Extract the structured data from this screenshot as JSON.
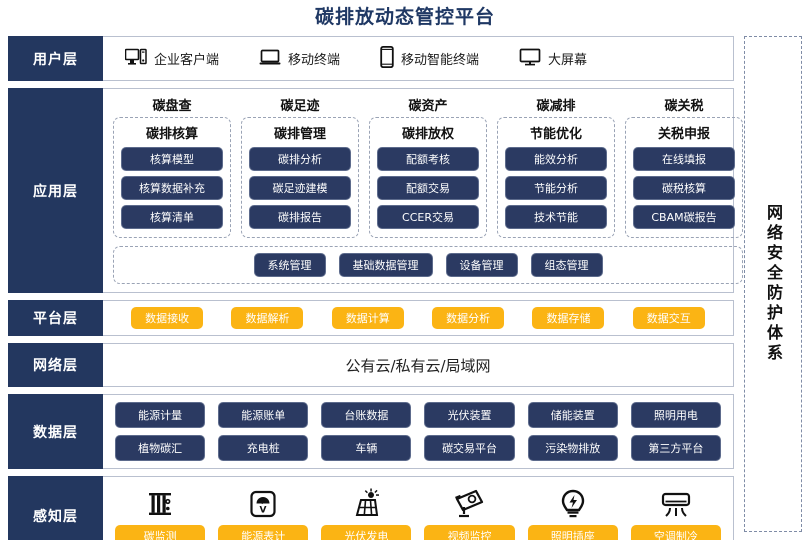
{
  "title": "碳排放动态管控平台",
  "colors": {
    "navy": "#23375F",
    "pill_blue": "#2B3A62",
    "yellow": "#FBB414",
    "title_blue": "#1F3864",
    "border": "#b9c0cf"
  },
  "security_band": {
    "label": "网络安全防护体系"
  },
  "layers": [
    {
      "key": "user",
      "label": "用户层",
      "items": [
        {
          "icon": "desktop-tower-icon",
          "label": "企业客户端"
        },
        {
          "icon": "laptop-icon",
          "label": "移动终端"
        },
        {
          "icon": "smartphone-icon",
          "label": "移动智能终端"
        },
        {
          "icon": "monitor-icon",
          "label": "大屏幕"
        }
      ]
    },
    {
      "key": "application",
      "label": "应用层",
      "groups": [
        {
          "title": "碳盘查",
          "subtitle": "碳排核算",
          "items": [
            "核算模型",
            "核算数据补充",
            "核算清单"
          ]
        },
        {
          "title": "碳足迹",
          "subtitle": "碳排管理",
          "items": [
            "碳排分析",
            "碳足迹建模",
            "碳排报告"
          ]
        },
        {
          "title": "碳资产",
          "subtitle": "碳排放权",
          "items": [
            "配额考核",
            "配额交易",
            "CCER交易"
          ]
        },
        {
          "title": "碳减排",
          "subtitle": "节能优化",
          "items": [
            "能效分析",
            "节能分析",
            "技术节能"
          ]
        },
        {
          "title": "碳关税",
          "subtitle": "关税申报",
          "items": [
            "在线填报",
            "碳税核算",
            "CBAM碳报告"
          ]
        }
      ],
      "common": [
        "系统管理",
        "基础数据管理",
        "设备管理",
        "组态管理"
      ]
    },
    {
      "key": "platform",
      "label": "平台层",
      "items": [
        "数据接收",
        "数据解析",
        "数据计算",
        "数据分析",
        "数据存储",
        "数据交互"
      ]
    },
    {
      "key": "network",
      "label": "网络层",
      "text": "公有云/私有云/局域网"
    },
    {
      "key": "data",
      "label": "数据层",
      "items": [
        "能源计量",
        "能源账单",
        "台账数据",
        "光伏装置",
        "储能装置",
        "照明用电",
        "植物碳汇",
        "充电桩",
        "车辆",
        "碳交易平台",
        "污染物排放",
        "第三方平台"
      ]
    },
    {
      "key": "sense",
      "label": "感知层",
      "items": [
        {
          "icon": "carbon-monitor-icon",
          "label": "碳监测"
        },
        {
          "icon": "energy-meter-icon",
          "label": "能源表计"
        },
        {
          "icon": "solar-panel-icon",
          "label": "光伏发电"
        },
        {
          "icon": "cctv-camera-icon",
          "label": "视频监控"
        },
        {
          "icon": "light-bulb-icon",
          "label": "照明插座"
        },
        {
          "icon": "air-conditioner-icon",
          "label": "空调制冷"
        }
      ]
    }
  ]
}
